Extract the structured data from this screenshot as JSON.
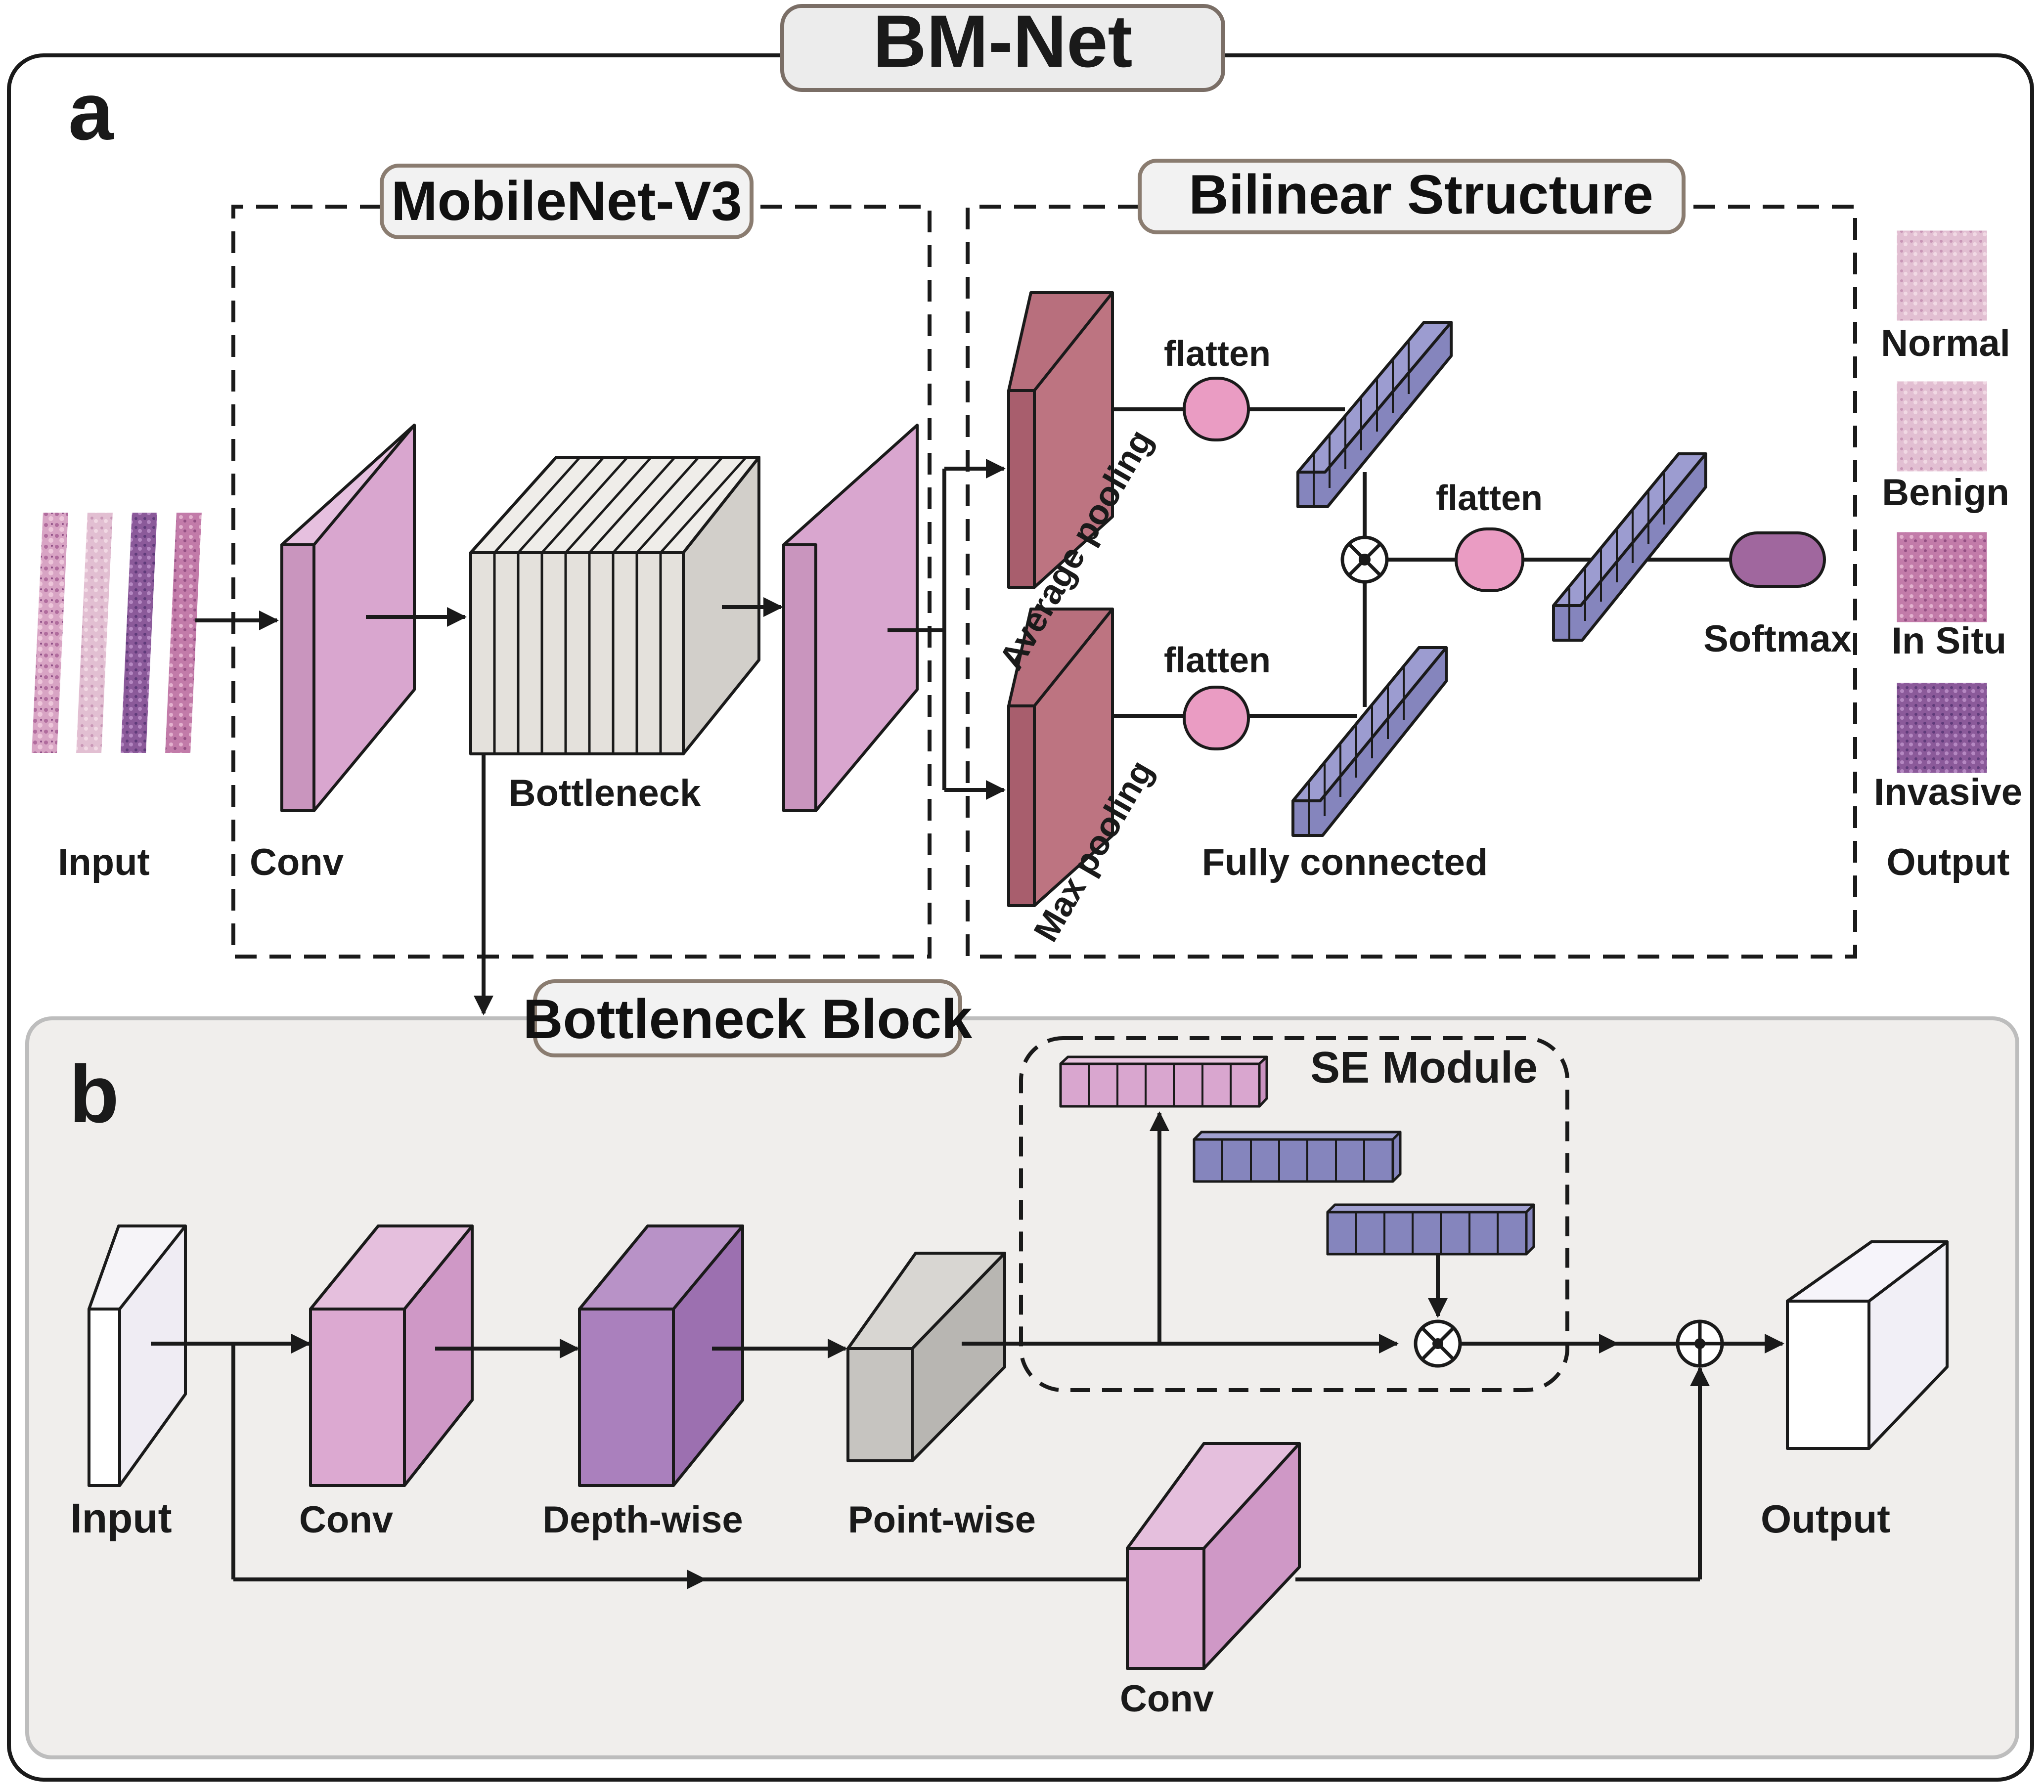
{
  "title": "BM-Net",
  "panel_a": {
    "letter": "a",
    "mobilenet_title": "MobileNet-V3",
    "bilinear_title": "Bilinear Structure",
    "input_label": "Input",
    "conv_label": "Conv",
    "bottleneck_label": "Bottleneck",
    "avg_pool_label": "Average pooling",
    "max_pool_label": "Max pooling",
    "flatten_top": "flatten",
    "flatten_mid": "flatten",
    "flatten_bottom": "flatten",
    "fully_connected_label": "Fully connected",
    "softmax_label": "Softmax",
    "output_label": "Output",
    "classes": [
      "Normal",
      "Benign",
      "In Situ",
      "Invasive"
    ]
  },
  "panel_b": {
    "letter": "b",
    "block_title": "Bottleneck Block",
    "se_title": "SE Module",
    "input_label": "Input",
    "conv_label": "Conv",
    "depthwise_label": "Depth-wise",
    "pointwise_label": "Point-wise",
    "output_label": "Output",
    "shortcut_conv_label": "Conv"
  },
  "colors": {
    "light_pink": "#d9a6cf",
    "dark_rose": "#b86f7d",
    "purple": "#a97ebb",
    "slate_blue": "#8585bd",
    "pink_node": "#ea9cc3",
    "softmax": "#a0679e",
    "gray": "#c8c6c2",
    "panel_b_bg": "#f0eeec"
  }
}
